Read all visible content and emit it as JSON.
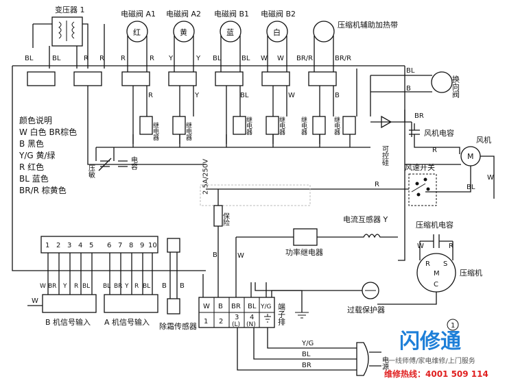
{
  "components": {
    "transformer": "变压器 1",
    "valve_a1": "电磁阀 A1",
    "valve_a2": "电磁阀 A2",
    "valve_b1": "电磁阀 B1",
    "valve_b2": "电磁阀 B2",
    "heater": "压缩机辅助加热带",
    "reversing_valve": "换向阀",
    "fan_capacitor": "风机电容",
    "fan": "风机",
    "fan_motor_symbol": "M",
    "speed_switch": "风速开关",
    "current_transformer": "电流互感器 Y",
    "compressor_capacitor": "压缩机电容",
    "compressor": "压缩机",
    "overload_protector": "过载保护器",
    "power_relay": "功率继电器",
    "thyristor": "可控硅",
    "varistor": "压敏",
    "capacitor": "电容",
    "relay": "继电器",
    "fuse": "2.5A/250V",
    "insurance": "保险",
    "terminal_block": "端子排",
    "defrost_sensor": "除霜传感器",
    "b_signal": "B 机信号输入",
    "a_signal": "A 机信号输入"
  },
  "valve_colors": [
    "红",
    "黄",
    "蓝",
    "白"
  ],
  "color_legend": {
    "title": "颜色说明",
    "lines": [
      "W 白色 BR棕色",
      "B 黑色",
      "Y/G 黄/绿",
      "R 红色",
      "BL 蓝色",
      "BR/R 棕黄色"
    ]
  },
  "wire_codes": {
    "transformer_left": "BL",
    "transformer_mid": "BL",
    "transformer_right": "R",
    "transformer_r2": "R",
    "a1_left": "R",
    "a1_right": "R",
    "a2_left": "Y",
    "a2_right": "Y",
    "b1_left": "BL",
    "b1_right": "BL",
    "b2_left": "W",
    "b2_right": "W",
    "heater_left": "BR/R",
    "heater_right": "BR/R",
    "a1_low": "R",
    "a2_low": "Y",
    "b1_low": "BL",
    "b2_low": "W",
    "relay5_low": "B",
    "rev_top": "BL",
    "rev_bottom": "B",
    "thy_br": "BR",
    "fan_r": "R",
    "fan_bl": "BL",
    "fan_w": "W",
    "speed_r": "R",
    "fuse_b": "B",
    "relay_w": "W",
    "comp_w": "W",
    "comp_r": "R",
    "comp_s": "S",
    "comp_c": "C",
    "comp_m": "M",
    "yg": "Y/G",
    "bl": "BL",
    "br": "BR",
    "left_w": "W",
    "left_b": "B"
  },
  "terminals": {
    "top": [
      "W",
      "B",
      "BR",
      "BL",
      "Y/G"
    ],
    "bottom": [
      "1",
      "2",
      "3",
      "4"
    ],
    "bottom_sub": [
      "(L)",
      "(N)"
    ]
  },
  "connector_pins": [
    "1",
    "2",
    "3",
    "4",
    "5",
    "6",
    "7",
    "8",
    "9",
    "10"
  ],
  "b_signal_wires": [
    "W",
    "BR",
    "Y",
    "R",
    "BL"
  ],
  "a_signal_wires": [
    "BL",
    "BR",
    "Y",
    "R",
    "BL"
  ],
  "plug_label": "电源",
  "circle_number": "1",
  "watermark": {
    "brand": "闪修通",
    "tagline": "一线师傅/家电维修/上门服务",
    "hotline": "维修热线：4001 509 114"
  },
  "colors": {
    "line": "#111111",
    "brand_blue": "#1d7fd8",
    "hotline_red": "#e02020"
  }
}
